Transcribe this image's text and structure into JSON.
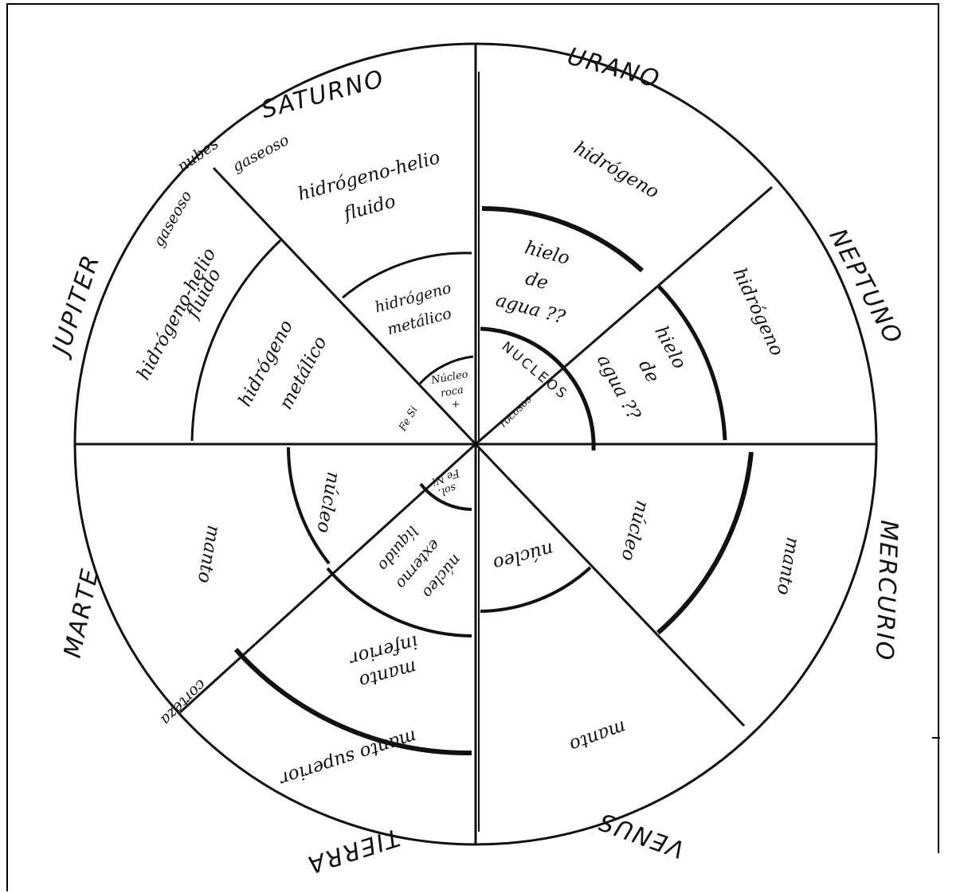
{
  "colors": {
    "ink": "#111111",
    "paper": "#ffffff"
  },
  "planets": {
    "saturno": "SATURNO",
    "urano": "URANO",
    "neptuno": "NEPTUNO",
    "mercurio": "MERCURIO",
    "venus": "VENUS",
    "tierra": "TIERRA",
    "marte": "MARTE",
    "jupiter": "JUPITER"
  },
  "layers": {
    "nubes": "nubes",
    "gaseoso_saturno": "gaseoso",
    "gaseoso_jupiter": "gaseoso",
    "hidrogeno_helio_fluido_saturno_1": "hidrógeno-helio",
    "hidrogeno_helio_fluido_saturno_2": "fluido",
    "hidrogeno_helio_fluido_jupiter_1": "hidrógeno-helio",
    "hidrogeno_helio_fluido_jupiter_2": "fluido",
    "hidrogeno_metalico_saturno_1": "hidrógeno",
    "hidrogeno_metalico_saturno_2": "metálico",
    "hidrogeno_metalico_jupiter_1": "hidrógeno",
    "hidrogeno_metalico_jupiter_2": "metálico",
    "nucleo_saturno_1": "Núcleo",
    "nucleo_saturno_2": "roca",
    "nucleo_saturno_3": "+",
    "fe_si": "Fe Si",
    "hidrogeno_urano": "hidrógeno",
    "hielo_agua_urano_1": "hielo",
    "hielo_agua_urano_2": "de",
    "hielo_agua_urano_3": "agua ??",
    "hidrogeno_neptuno": "hidrógeno",
    "hielo_agua_neptuno_1": "hielo",
    "hielo_agua_neptuno_2": "de",
    "hielo_agua_neptuno_3": "agua ??",
    "nucleos": "NUCLEOS",
    "rocosos": "rocosos",
    "nucleo_mercurio": "núcleo",
    "manto_mercurio": "manto",
    "nucleo_venus": "núcleo",
    "manto_venus": "manto",
    "nucleo_tierra_interno_1": "Fe Ni",
    "nucleo_tierra_interno_2": "sol.",
    "nucleo_externo_1": "núcleo",
    "nucleo_externo_2": "externo",
    "nucleo_externo_3": "líquido",
    "manto_inferior_1": "manto",
    "manto_inferior_2": "inferior",
    "manto_superior": "manto superior",
    "corteza": "corteza",
    "nucleo_marte": "núcleo",
    "manto_marte": "manto"
  }
}
